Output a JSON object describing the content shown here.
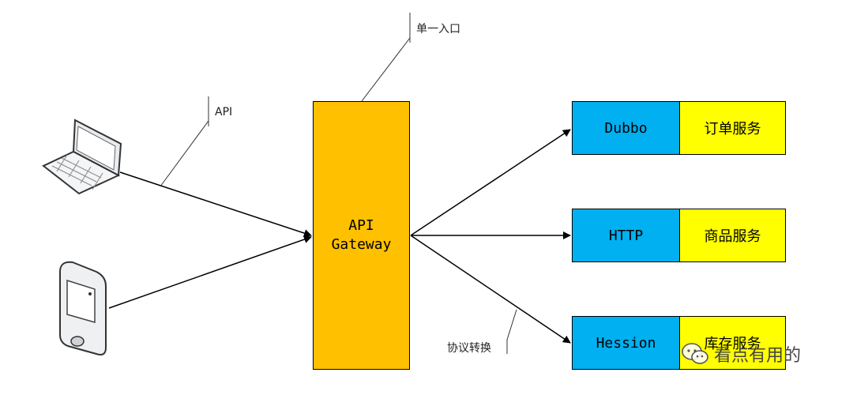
{
  "gateway": {
    "line1": "API",
    "line2": "Gateway"
  },
  "services": [
    {
      "protocol": "Dubbo",
      "name": "订单服务"
    },
    {
      "protocol": "HTTP",
      "name": "商品服务"
    },
    {
      "protocol": "Hession",
      "name": "库存服务"
    }
  ],
  "callouts": {
    "single_entry": "单一入口",
    "api": "API",
    "protocol_conversion": "协议转换"
  },
  "watermark": {
    "text": "看点有用的"
  },
  "colors": {
    "gateway": "#ffc000",
    "protocol": "#00b0f0",
    "service": "#ffff00"
  },
  "icons": [
    "laptop-icon",
    "handheld-device-icon",
    "wechat-icon"
  ]
}
